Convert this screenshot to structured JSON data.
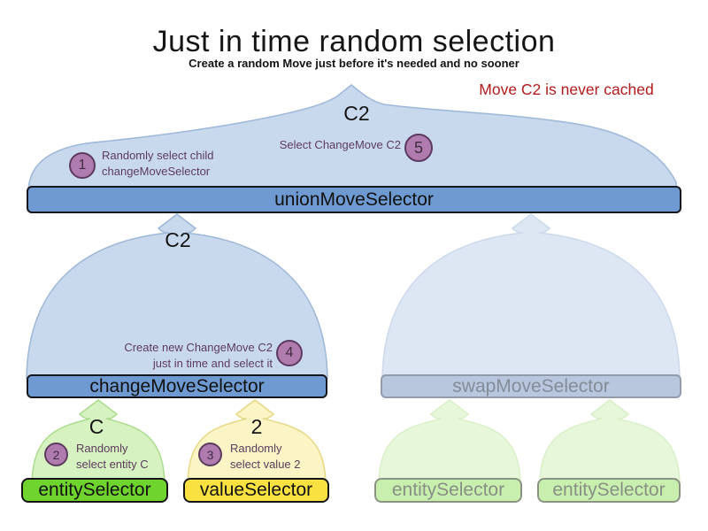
{
  "title": "Just in time random selection",
  "subtitle": "Create a random Move just before it's needed and no sooner",
  "note": "Move C2 is never cached",
  "selectors": {
    "union": {
      "label": "unionMoveSelector",
      "output": "C2"
    },
    "change": {
      "label": "changeMoveSelector",
      "output": "C2"
    },
    "swap": {
      "label": "swapMoveSelector"
    },
    "entity": {
      "label": "entitySelector",
      "output": "C"
    },
    "value": {
      "label": "valueSelector",
      "output": "2"
    },
    "entityFaded1": {
      "label": "entitySelector"
    },
    "entityFaded2": {
      "label": "entitySelector"
    }
  },
  "steps": {
    "s1": {
      "num": "1",
      "line1": "Randomly select child",
      "line2": "changeMoveSelector"
    },
    "s2": {
      "num": "2",
      "line1": "Randomly",
      "line2": "select entity C"
    },
    "s3": {
      "num": "3",
      "line1": "Randomly",
      "line2": "select value 2"
    },
    "s4": {
      "num": "4",
      "line1": "Create new ChangeMove C2",
      "line2": "just in time and select it"
    },
    "s5": {
      "num": "5",
      "line1": "Select ChangeMove C2"
    }
  },
  "colors": {
    "note_red": "#b21b1b",
    "bar_blue": "#6e9ad1",
    "funnel_blue": "#c9d9ed",
    "bar_green": "#70d42e",
    "bar_yellow": "#f8e141",
    "funnel_green": "#d5f2c0",
    "funnel_yellow": "#fbf5c6",
    "circle_purple": "#b07cb0",
    "text_purple": "#5d3b5e"
  }
}
